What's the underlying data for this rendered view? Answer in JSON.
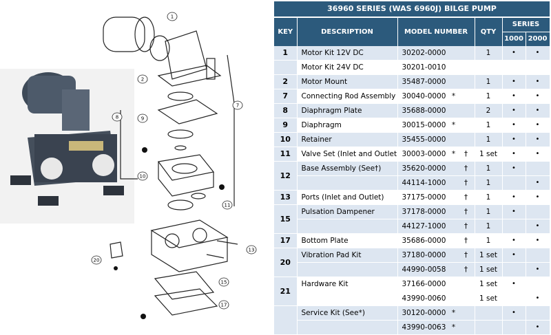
{
  "title": "36960 SERIES (WAS 6960J) BILGE PUMP",
  "headers": {
    "key": "KEY",
    "description": "DESCRIPTION",
    "model_number": "MODEL NUMBER",
    "qty": "QTY",
    "series": "SERIES",
    "series_1000": "1000",
    "series_2000": "2000"
  },
  "dot": "•",
  "rows": [
    {
      "key": "1",
      "desc": "Motor Kit 12V DC",
      "model": "30202-0000",
      "m1": "",
      "m2": "",
      "qty": "1",
      "s1": "•",
      "s2": "•"
    },
    {
      "key": "",
      "desc": "Motor Kit 24V DC",
      "model": "30201-0010",
      "m1": "",
      "m2": "",
      "qty": "",
      "s1": "",
      "s2": ""
    },
    {
      "key": "2",
      "desc": "Motor Mount",
      "model": "35487-0000",
      "m1": "",
      "m2": "",
      "qty": "1",
      "s1": "•",
      "s2": "•"
    },
    {
      "key": "7",
      "desc": "Connecting Rod Assembly",
      "model": "30040-0000",
      "m1": "*",
      "m2": "",
      "qty": "1",
      "s1": "•",
      "s2": "•"
    },
    {
      "key": "8",
      "desc": "Diaphragm Plate",
      "model": "35688-0000",
      "m1": "",
      "m2": "",
      "qty": "2",
      "s1": "•",
      "s2": "•"
    },
    {
      "key": "9",
      "desc": "Diaphragm",
      "model": "30015-0000",
      "m1": "*",
      "m2": "",
      "qty": "1",
      "s1": "•",
      "s2": "•"
    },
    {
      "key": "10",
      "desc": "Retainer",
      "model": "35455-0000",
      "m1": "",
      "m2": "",
      "qty": "1",
      "s1": "•",
      "s2": "•"
    },
    {
      "key": "11",
      "desc": "Valve Set (Inlet and Outlet)",
      "model": "30003-0000",
      "m1": "*",
      "m2": "†",
      "qty": "1 set",
      "s1": "•",
      "s2": "•"
    },
    {
      "key": "12",
      "desc": "Base Assembly  (See†)",
      "model": "35620-0000",
      "m1": "",
      "m2": "†",
      "qty": "1",
      "s1": "•",
      "s2": ""
    },
    {
      "key": "",
      "desc": "",
      "model": "44114-1000",
      "m1": "",
      "m2": "†",
      "qty": "1",
      "s1": "",
      "s2": "•"
    },
    {
      "key": "13",
      "desc": "Ports (Inlet and Outlet)",
      "model": "37175-0000",
      "m1": "",
      "m2": "†",
      "qty": "1",
      "s1": "•",
      "s2": "•"
    },
    {
      "key": "15",
      "desc": "Pulsation Dampener",
      "model": "37178-0000",
      "m1": "",
      "m2": "†",
      "qty": "1",
      "s1": "•",
      "s2": ""
    },
    {
      "key": "",
      "desc": "",
      "model": "44127-1000",
      "m1": "",
      "m2": "†",
      "qty": "1",
      "s1": "",
      "s2": "•"
    },
    {
      "key": "17",
      "desc": "Bottom Plate",
      "model": "35686-0000",
      "m1": "",
      "m2": "†",
      "qty": "1",
      "s1": "•",
      "s2": "•"
    },
    {
      "key": "20",
      "desc": "Vibration Pad Kit",
      "model": "37180-0000",
      "m1": "",
      "m2": "†",
      "qty": "1 set",
      "s1": "•",
      "s2": ""
    },
    {
      "key": "",
      "desc": "",
      "model": "44990-0058",
      "m1": "",
      "m2": "†",
      "qty": "1 set",
      "s1": "",
      "s2": "•"
    },
    {
      "key": "21",
      "desc": "Hardware Kit",
      "model": "37166-0000",
      "m1": "",
      "m2": "",
      "qty": "1 set",
      "s1": "•",
      "s2": ""
    },
    {
      "key": "",
      "desc": "",
      "model": "43990-0060",
      "m1": "",
      "m2": "",
      "qty": "1 set",
      "s1": "",
      "s2": "•"
    },
    {
      "key": "",
      "desc": "Service Kit  (See*)",
      "model": "30120-0000",
      "m1": "*",
      "m2": "",
      "qty": "",
      "s1": "•",
      "s2": ""
    },
    {
      "key": "",
      "desc": "",
      "model": "43990-0063",
      "m1": "*",
      "m2": "",
      "qty": "",
      "s1": "",
      "s2": "•"
    }
  ],
  "diagram": {
    "callouts": [
      "1",
      "2",
      "7",
      "8",
      "9",
      "10",
      "11",
      "13",
      "15",
      "17",
      "20"
    ]
  }
}
